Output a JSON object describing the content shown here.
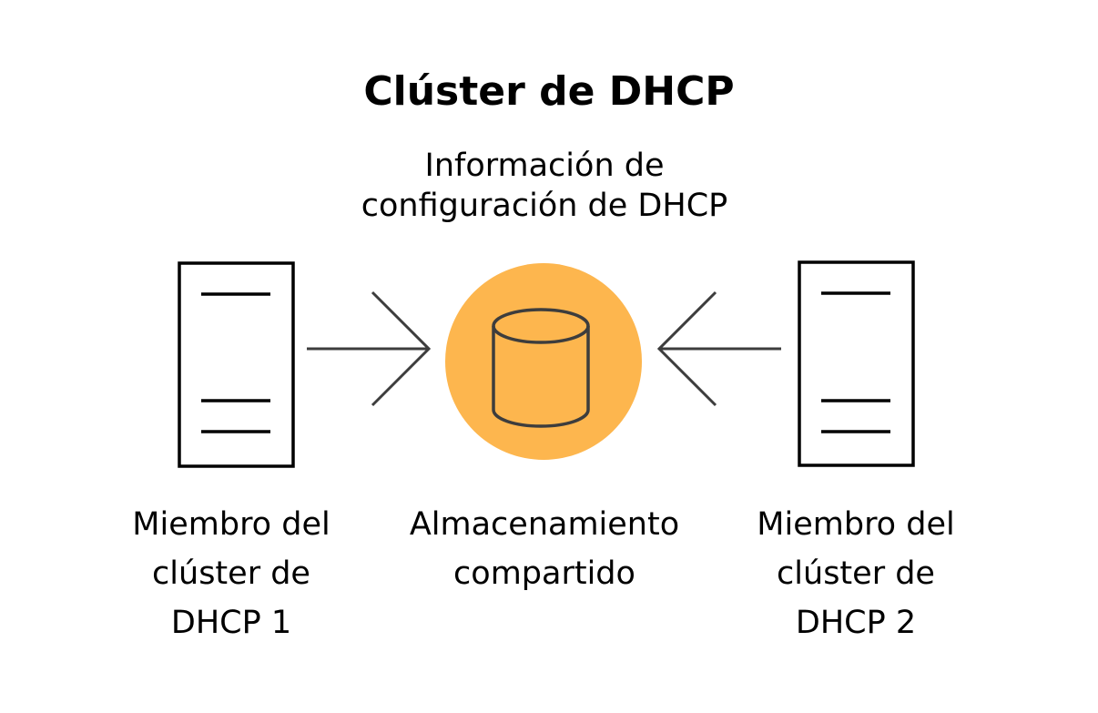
{
  "diagram": {
    "title": "Clúster de DHCP",
    "config_info": [
      "Información de",
      "configuración de DHCP"
    ],
    "member_left": [
      "Miembro del",
      "clúster de",
      "DHCP 1"
    ],
    "storage": [
      "Almacenamiento",
      "compartido"
    ],
    "member_right": [
      "Miembro del",
      "clúster de",
      "DHCP 2"
    ]
  },
  "colors": {
    "storage_circle": "#FDB64E",
    "lines": "#3d3d3d",
    "server_outline": "#000000"
  },
  "icons": {
    "left_server": "server-icon",
    "right_server": "server-icon",
    "storage": "database-icon",
    "arrow_left_to_center": "arrow-right-icon",
    "arrow_right_to_center": "arrow-left-icon"
  }
}
